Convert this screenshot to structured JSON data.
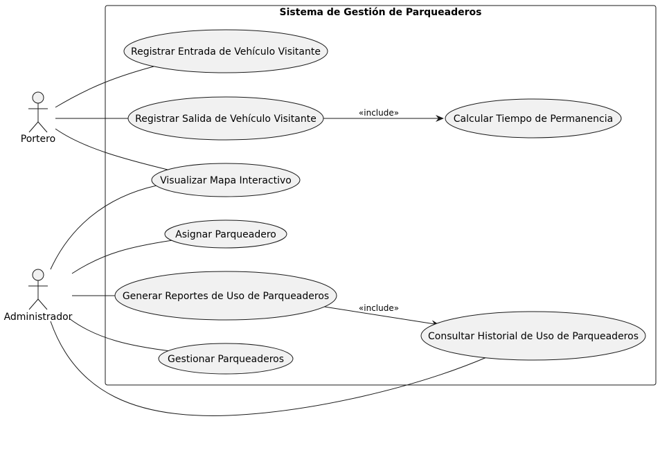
{
  "system": {
    "title": "Sistema de Gestión de Parqueaderos"
  },
  "actors": {
    "portero": "Portero",
    "administrador": "Administrador"
  },
  "use_cases": {
    "registrar_entrada": "Registrar Entrada de Vehículo Visitante",
    "registrar_salida": "Registrar Salida de Vehículo Visitante",
    "calcular_tiempo": "Calcular Tiempo de Permanencia",
    "visualizar_mapa": "Visualizar Mapa Interactivo",
    "asignar_parqueadero": "Asignar Parqueadero",
    "generar_reportes": "Generar Reportes de Uso de Parqueaderos",
    "consultar_historial": "Consultar Historial de Uso de Parqueaderos",
    "gestionar_parqueaderos": "Gestionar Parqueaderos"
  },
  "relations": {
    "include_1": "«include»",
    "include_2": "«include»"
  },
  "colors": {
    "usecase_fill": "#f1f1f1",
    "line": "#181818"
  }
}
